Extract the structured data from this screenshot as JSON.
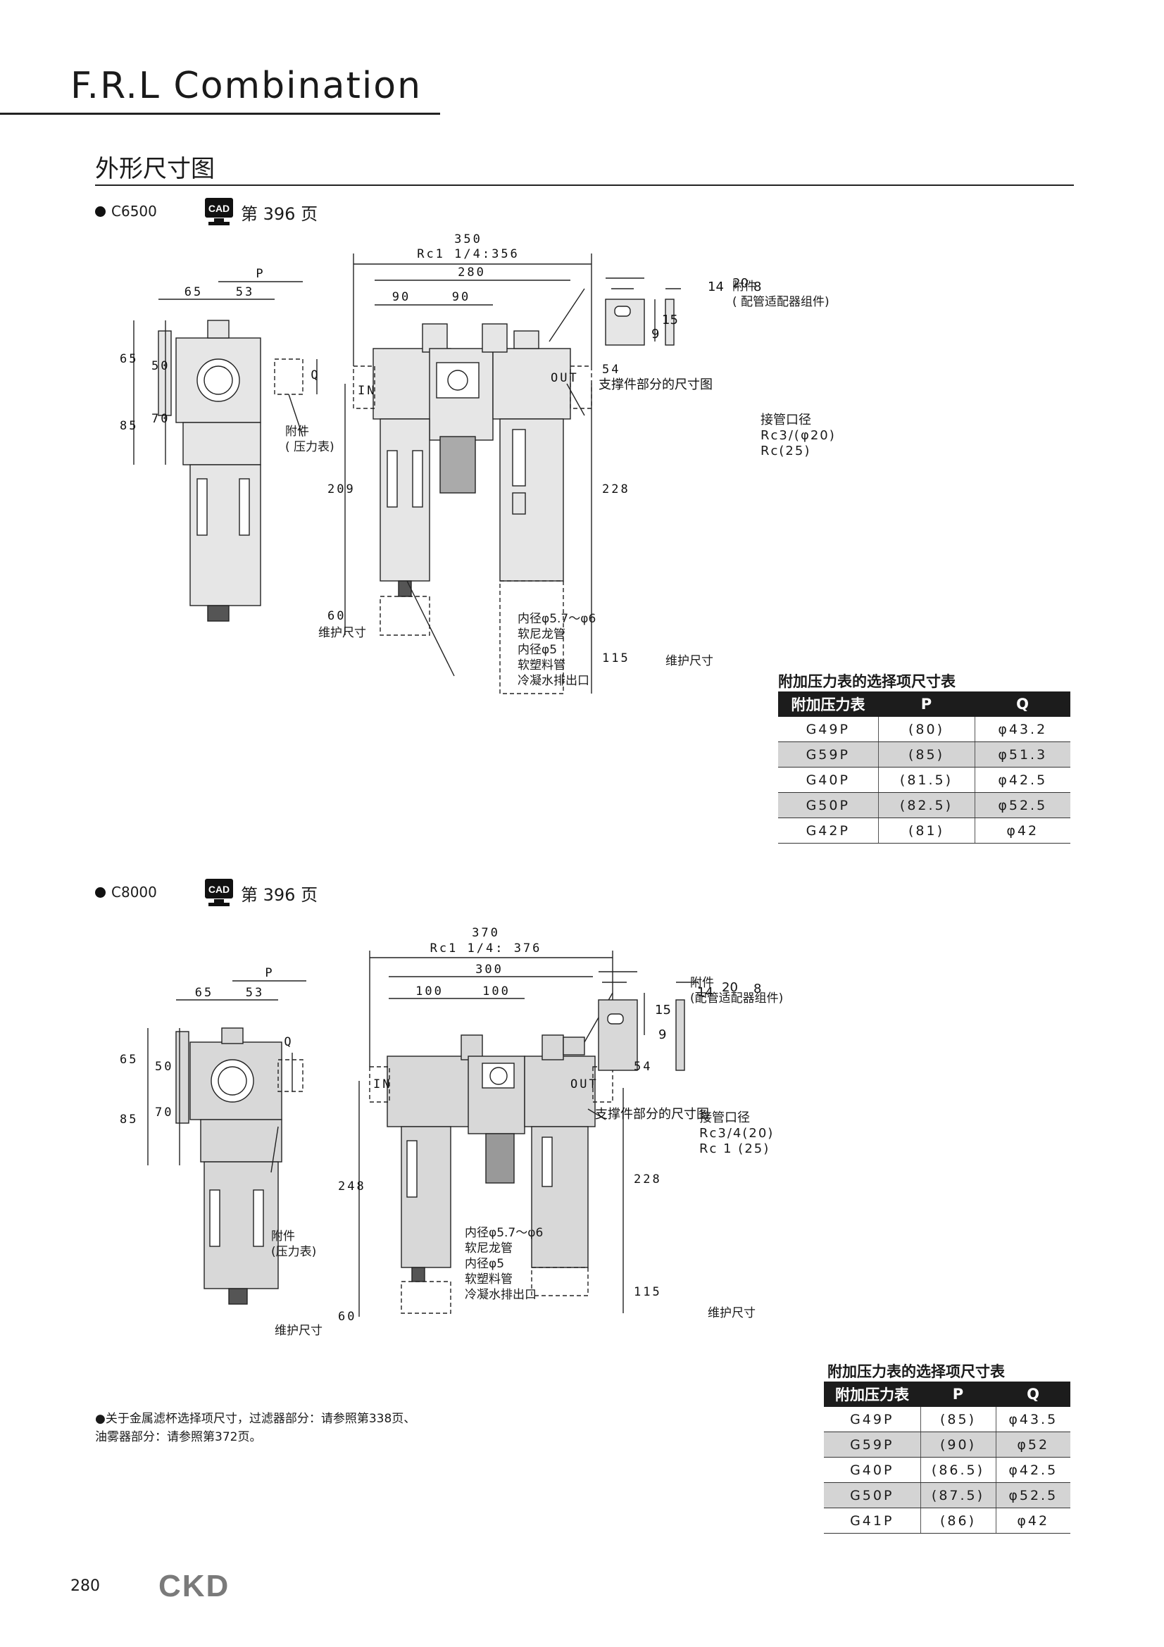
{
  "header": {
    "title": "F.R.L Combination",
    "section": "外形尺寸图"
  },
  "models": [
    {
      "name": "C6500",
      "cad_page": "第 396 页",
      "labels": {
        "overall": "350",
        "rc": "Rc1 1/4:356",
        "d280": "280",
        "d90a": "90",
        "d90b": "90",
        "d65w": "65",
        "d53": "53",
        "P": "P",
        "Q": "Q",
        "d65h": "65",
        "d50": "50",
        "d85": "85",
        "d70": "70",
        "d209": "209",
        "d228": "228",
        "d54": "54",
        "d60": "60",
        "d115": "115",
        "IN": "IN",
        "OUT": "OUT",
        "att1": "附件",
        "att1b": "( 配管适配器组件)",
        "att2": "附件",
        "att2b": "( 压力表)",
        "port": "接管口径",
        "port1": "Rc3/(φ20)",
        "port2": "Rc(25)",
        "drain1": "内径φ5.7～φ6",
        "drain2": "软尼龙管",
        "drain3": "内径φ5",
        "drain4": "软塑料管",
        "drain5": "冷凝水排出口",
        "maint1": "维护尺寸",
        "maint2": "维护尺寸",
        "br20": "20",
        "br14": "14",
        "br15": "15",
        "br9": "9",
        "br8": "8",
        "brcap": "支撑件部分的尺寸图"
      },
      "table": {
        "title": "附加压力表的选择项尺寸表",
        "headers": [
          "附加压力表",
          "P",
          "Q"
        ],
        "rows": [
          [
            "G49P",
            "(80)",
            "φ43.2"
          ],
          [
            "G59P",
            "(85)",
            "φ51.3"
          ],
          [
            "G40P",
            "(81.5)",
            "φ42.5"
          ],
          [
            "G50P",
            "(82.5)",
            "φ52.5"
          ],
          [
            "G42P",
            "(81)",
            "φ42"
          ]
        ]
      }
    },
    {
      "name": "C8000",
      "cad_page": "第 396 页",
      "labels": {
        "overall": "370",
        "rc": "Rc1 1/4: 376",
        "d280": "300",
        "d90a": "100",
        "d90b": "100",
        "d65w": "65",
        "d53": "53",
        "P": "P",
        "Q": "Q",
        "d65h": "65",
        "d50": "50",
        "d85": "85",
        "d70": "70",
        "d209": "248",
        "d228": "228",
        "d54": "54",
        "d60": "60",
        "d115": "115",
        "IN": "IN",
        "OUT": "OUT",
        "att1": "附件",
        "att1b": "(配管适配器组件)",
        "att2": "附件",
        "att2b": "(压力表)",
        "port": "接管口径",
        "port1": "Rc3/4(20)",
        "port2": "Rc 1 (25)",
        "drain1": "内径φ5.7～φ6",
        "drain2": "软尼龙管",
        "drain3": "内径φ5",
        "drain4": "软塑料管",
        "drain5": "冷凝水排出口",
        "maint1": "维护尺寸",
        "maint2": "维护尺寸",
        "br20": "20",
        "br14": "14",
        "br15": "15",
        "br9": "9",
        "br8": "8",
        "brcap": "支撑件部分的尺寸图"
      },
      "table": {
        "title": "附加压力表的选择项尺寸表",
        "headers": [
          "附加压力表",
          "P",
          "Q"
        ],
        "rows": [
          [
            "G49P",
            "(85)",
            "φ43.5"
          ],
          [
            "G59P",
            "(90)",
            "φ52"
          ],
          [
            "G40P",
            "(86.5)",
            "φ42.5"
          ],
          [
            "G50P",
            "(87.5)",
            "φ52.5"
          ],
          [
            "G41P",
            "(86)",
            "φ42"
          ]
        ]
      }
    }
  ],
  "note": {
    "line1": "●关于金属滤杯选择项尺寸，过滤器部分：请参照第338页、",
    "line2": "油雾器部分：请参照第372页。"
  },
  "footer": {
    "page": "280",
    "logo": "CKD"
  }
}
